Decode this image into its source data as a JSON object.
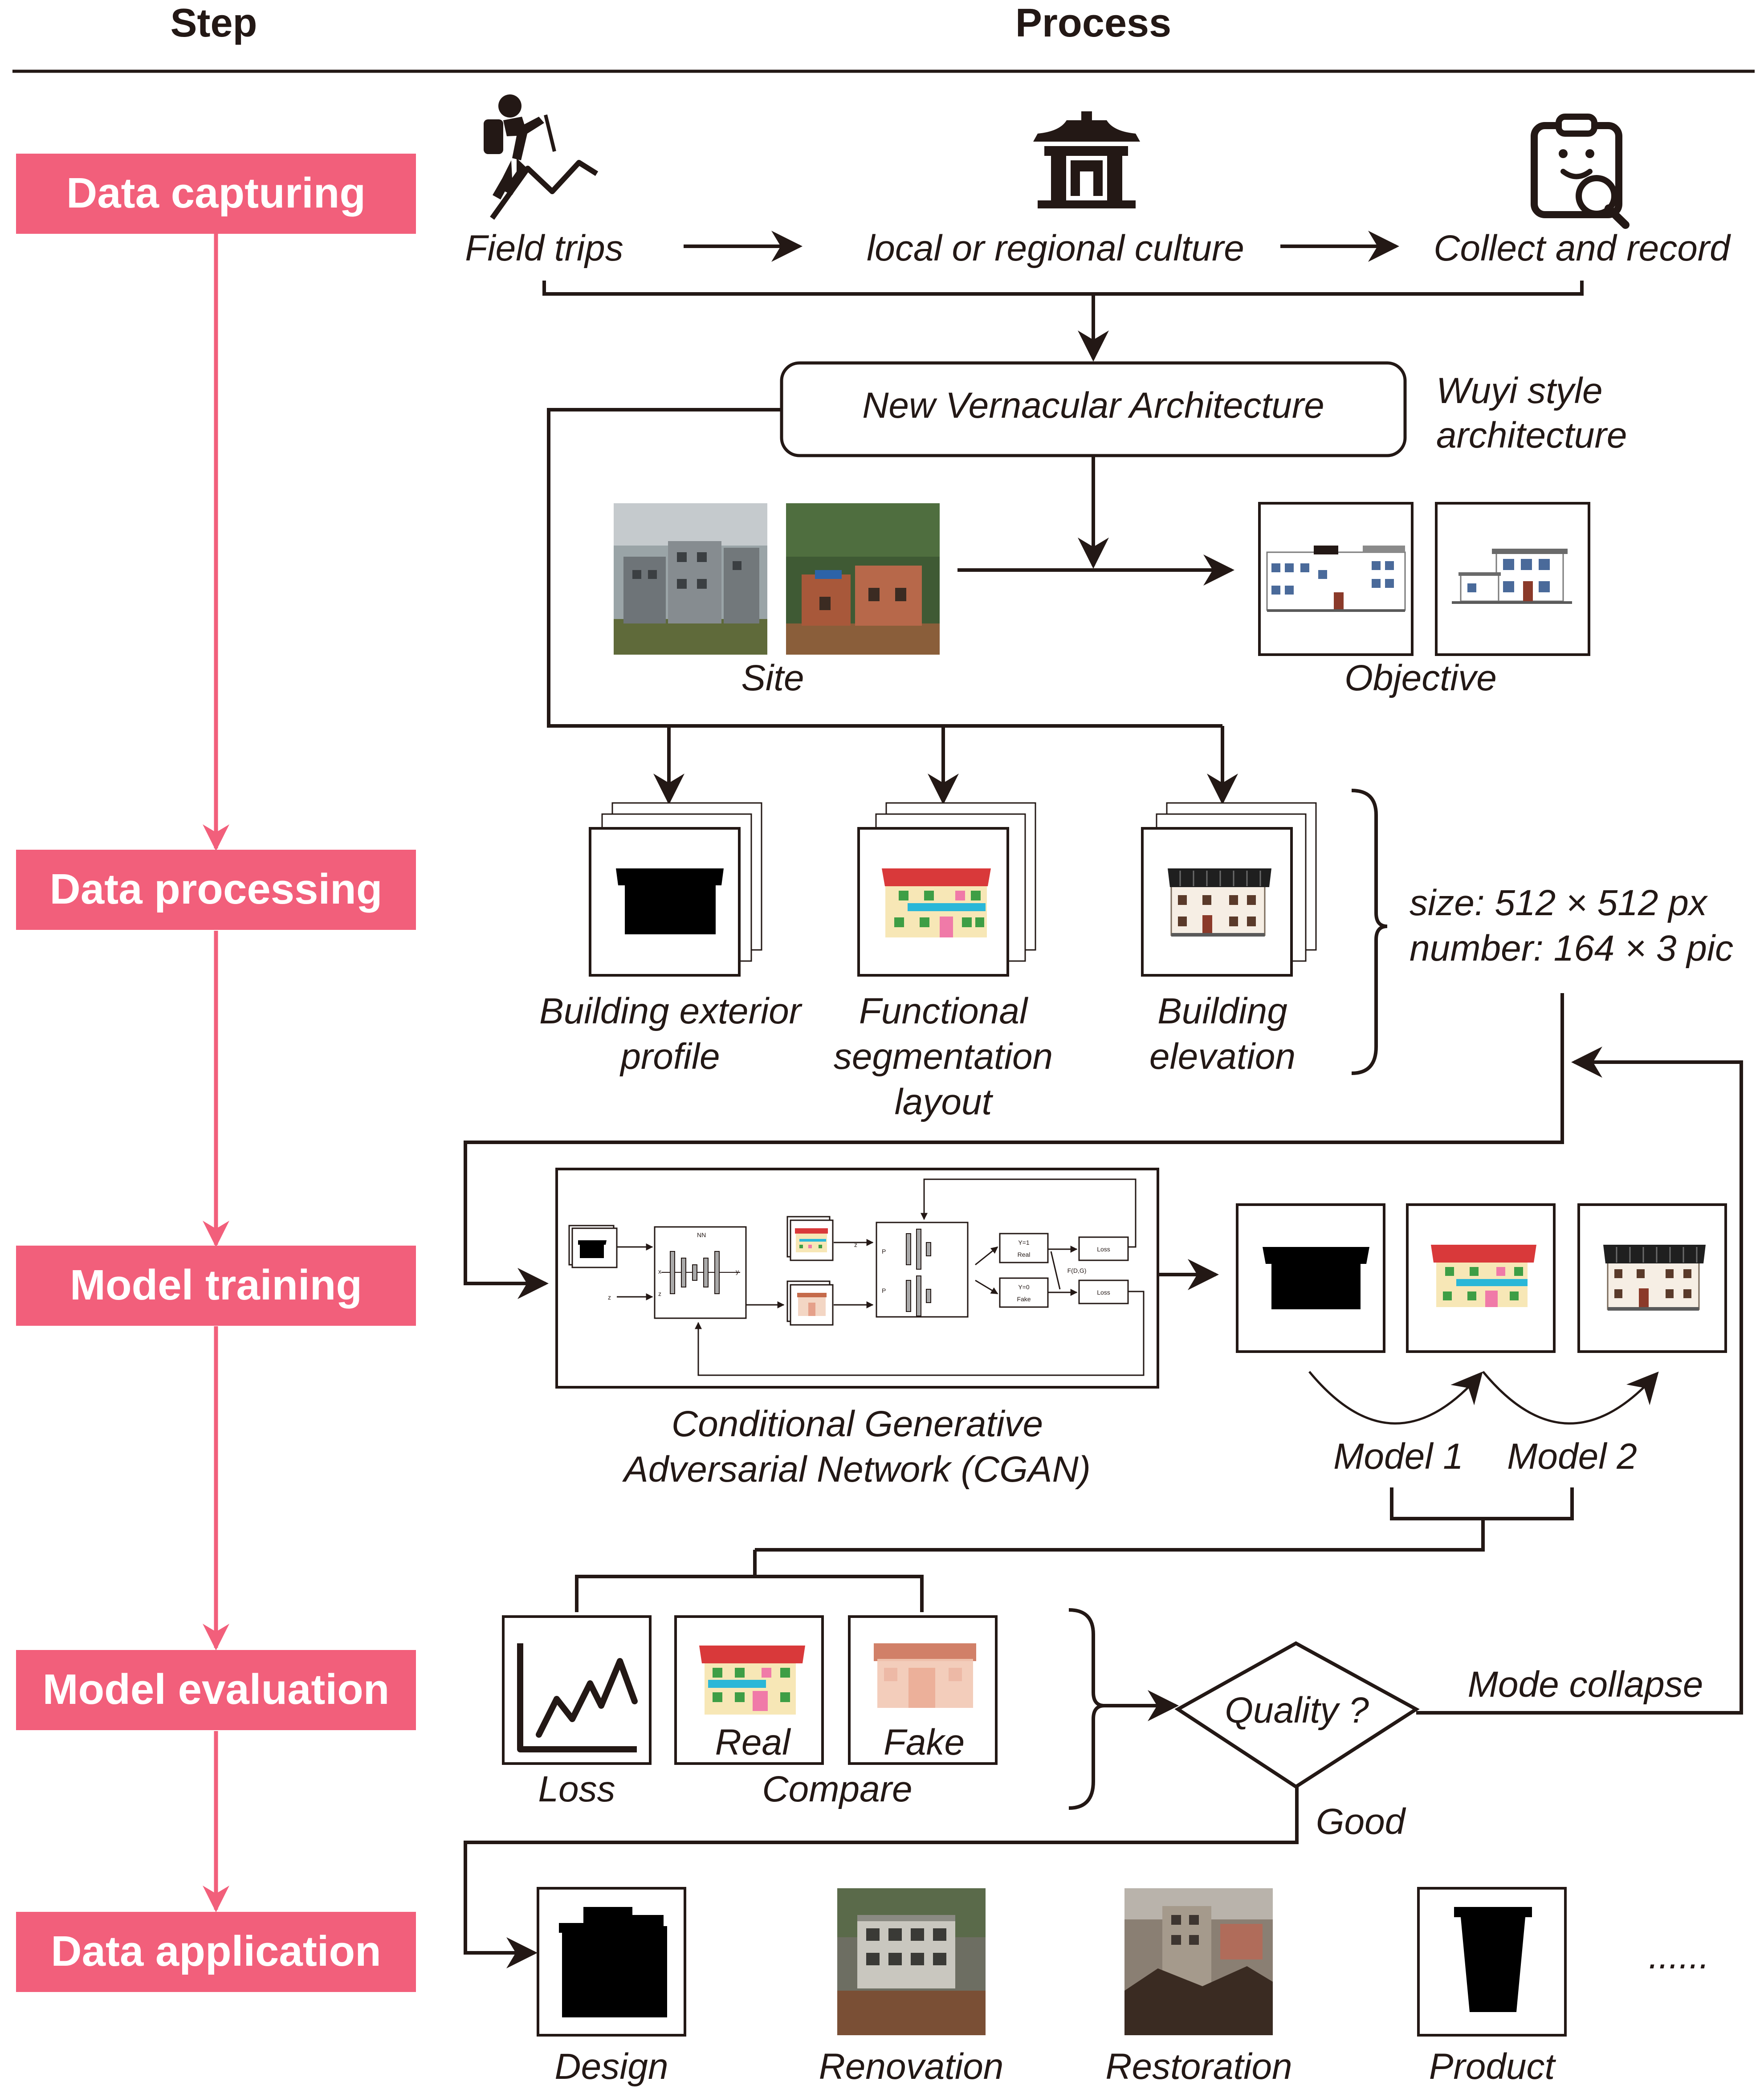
{
  "headers": {
    "step": "Step",
    "process": "Process"
  },
  "steps": [
    "Data capturing",
    "Data processing",
    "Model training",
    "Model evaluation",
    "Data application"
  ],
  "capture": {
    "field_trips": "Field trips",
    "culture": "local or regional culture",
    "collect": "Collect and record"
  },
  "architecture": {
    "label": "New Vernacular Architecture",
    "style_line1": "Wuyi style",
    "style_line2": "architecture",
    "site": "Site",
    "objective": "Objective"
  },
  "processing": {
    "profile_line1": "Building exterior",
    "profile_line2": "profile",
    "segmentation_line1": "Functional",
    "segmentation_line2": "segmentation",
    "segmentation_line3": "layout",
    "elevation_line1": "Building",
    "elevation_line2": "elevation",
    "size": "size: 512 × 512 px",
    "number": "number: 164 × 3 pic"
  },
  "training": {
    "cgan_line1": "Conditional Generative",
    "cgan_line2": "Adversarial Network (CGAN)",
    "model1": "Model 1",
    "model2": "Model 2",
    "net": {
      "nn": "NN",
      "x": "x",
      "z": "z",
      "y": "y",
      "p_data": "P",
      "p_g": "P",
      "real_top": "Y=1",
      "real_bottom": "Real",
      "fake_top": "Y=0",
      "fake_bottom": "Fake",
      "loss": "Loss",
      "feedback": "F(D,G)"
    }
  },
  "evaluation": {
    "loss": "Loss",
    "real": "Real",
    "fake": "Fake",
    "compare": "Compare",
    "quality": "Quality ?",
    "mode_collapse": "Mode collapse",
    "good": "Good"
  },
  "application": {
    "design": "Design",
    "renovation": "Renovation",
    "restoration": "Restoration",
    "product": "Product",
    "more": "......"
  },
  "colors": {
    "accent": "#f25f7b",
    "ink": "#231815",
    "roof_red": "#d9393a",
    "wall_cream": "#f7e7b6",
    "window_green": "#3e9e45",
    "band_cyan": "#2ab7d8",
    "door_pink": "#f07aa8"
  },
  "icons": [
    "hiker-icon",
    "pavilion-icon",
    "clipboard-search-icon",
    "loss-chart-icon"
  ]
}
